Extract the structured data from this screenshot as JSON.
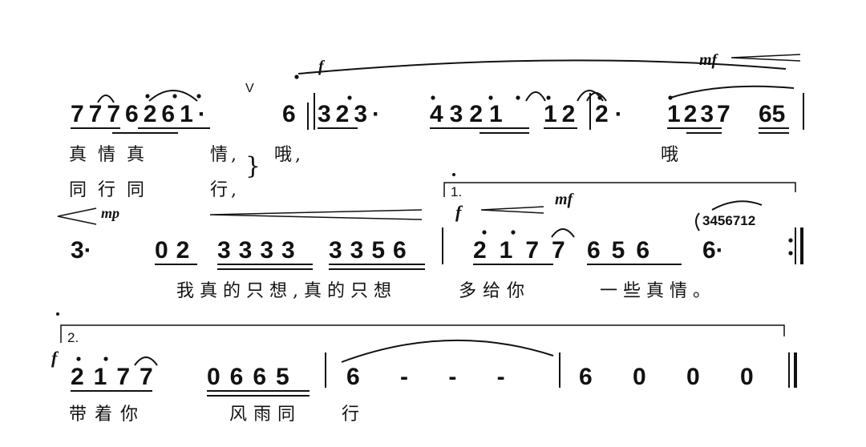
{
  "score": {
    "line1": {
      "notes_a": "7776261·",
      "breath": "V",
      "notes_b": "6",
      "notes_c": "323·",
      "notes_d": "4321",
      "notes_e": "12",
      "notes_f": "2·",
      "notes_g": "1237",
      "notes_h": "65",
      "dynamic_f": "f",
      "dynamic_mf": "mf",
      "lyrics_1a": "真情真",
      "lyrics_1b": "情,",
      "brace": "}",
      "lyrics_1c": "哦,",
      "lyrics_1d": "哦",
      "lyrics_2a": "同行同",
      "lyrics_2b": "行,"
    },
    "line2": {
      "dynamic_mp": "mp",
      "volta1": "1.",
      "dynamic_f": "f",
      "dynamic_mf": "mf",
      "grace_notes": "3456712",
      "notes_a": "3·",
      "notes_b": "02",
      "notes_c": "3333",
      "notes_d": "3356",
      "notes_e": "2177",
      "notes_f": "656",
      "notes_g": "6·",
      "lyrics": "我真的只想,真的只想",
      "lyrics_b": "多给你",
      "lyrics_c": "一些真情。"
    },
    "line3": {
      "volta2": "2.",
      "dynamic_f": "f",
      "notes_a": "2177",
      "notes_b": "0665",
      "notes_c": "6 - - -",
      "notes_d": "6 0 0 0",
      "lyrics_a": "带着你",
      "lyrics_b": "风雨同",
      "lyrics_c": "行"
    }
  }
}
